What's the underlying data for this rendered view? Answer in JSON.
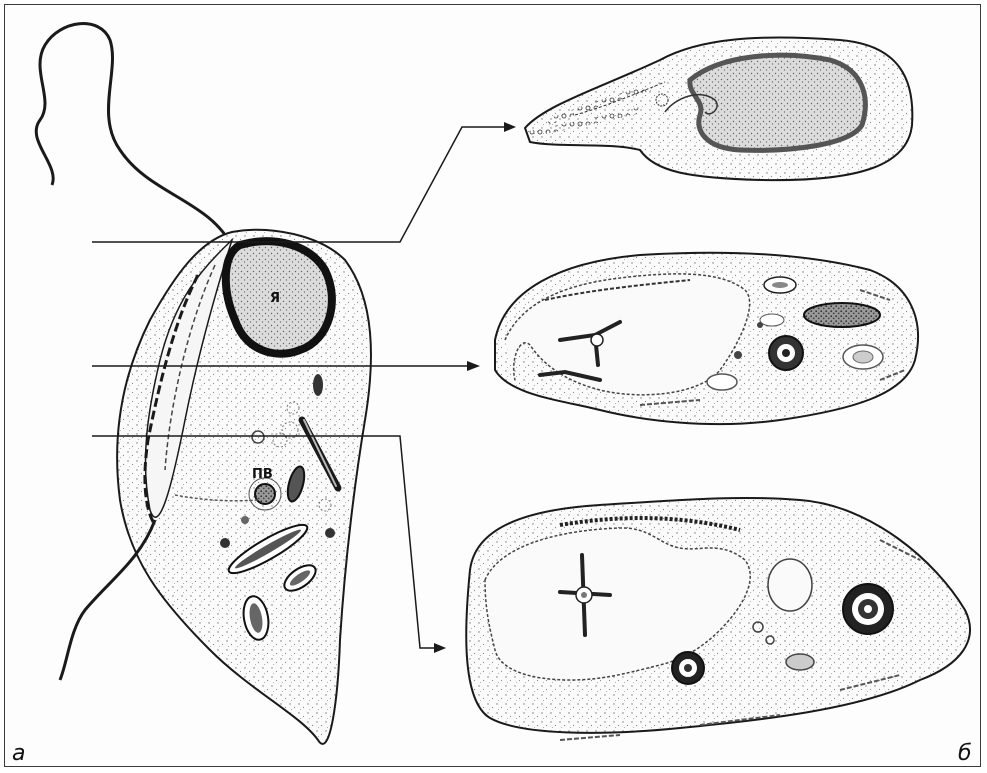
{
  "labels": {
    "nucleus": "Я",
    "vacuole": "ПВ",
    "panel_a": "а",
    "panel_b": "б"
  },
  "colors": {
    "ink": "#1a1a1a",
    "stipple": "#6e6e6e",
    "dense": "#4a4a4a",
    "fill": "#f4f4f4"
  }
}
